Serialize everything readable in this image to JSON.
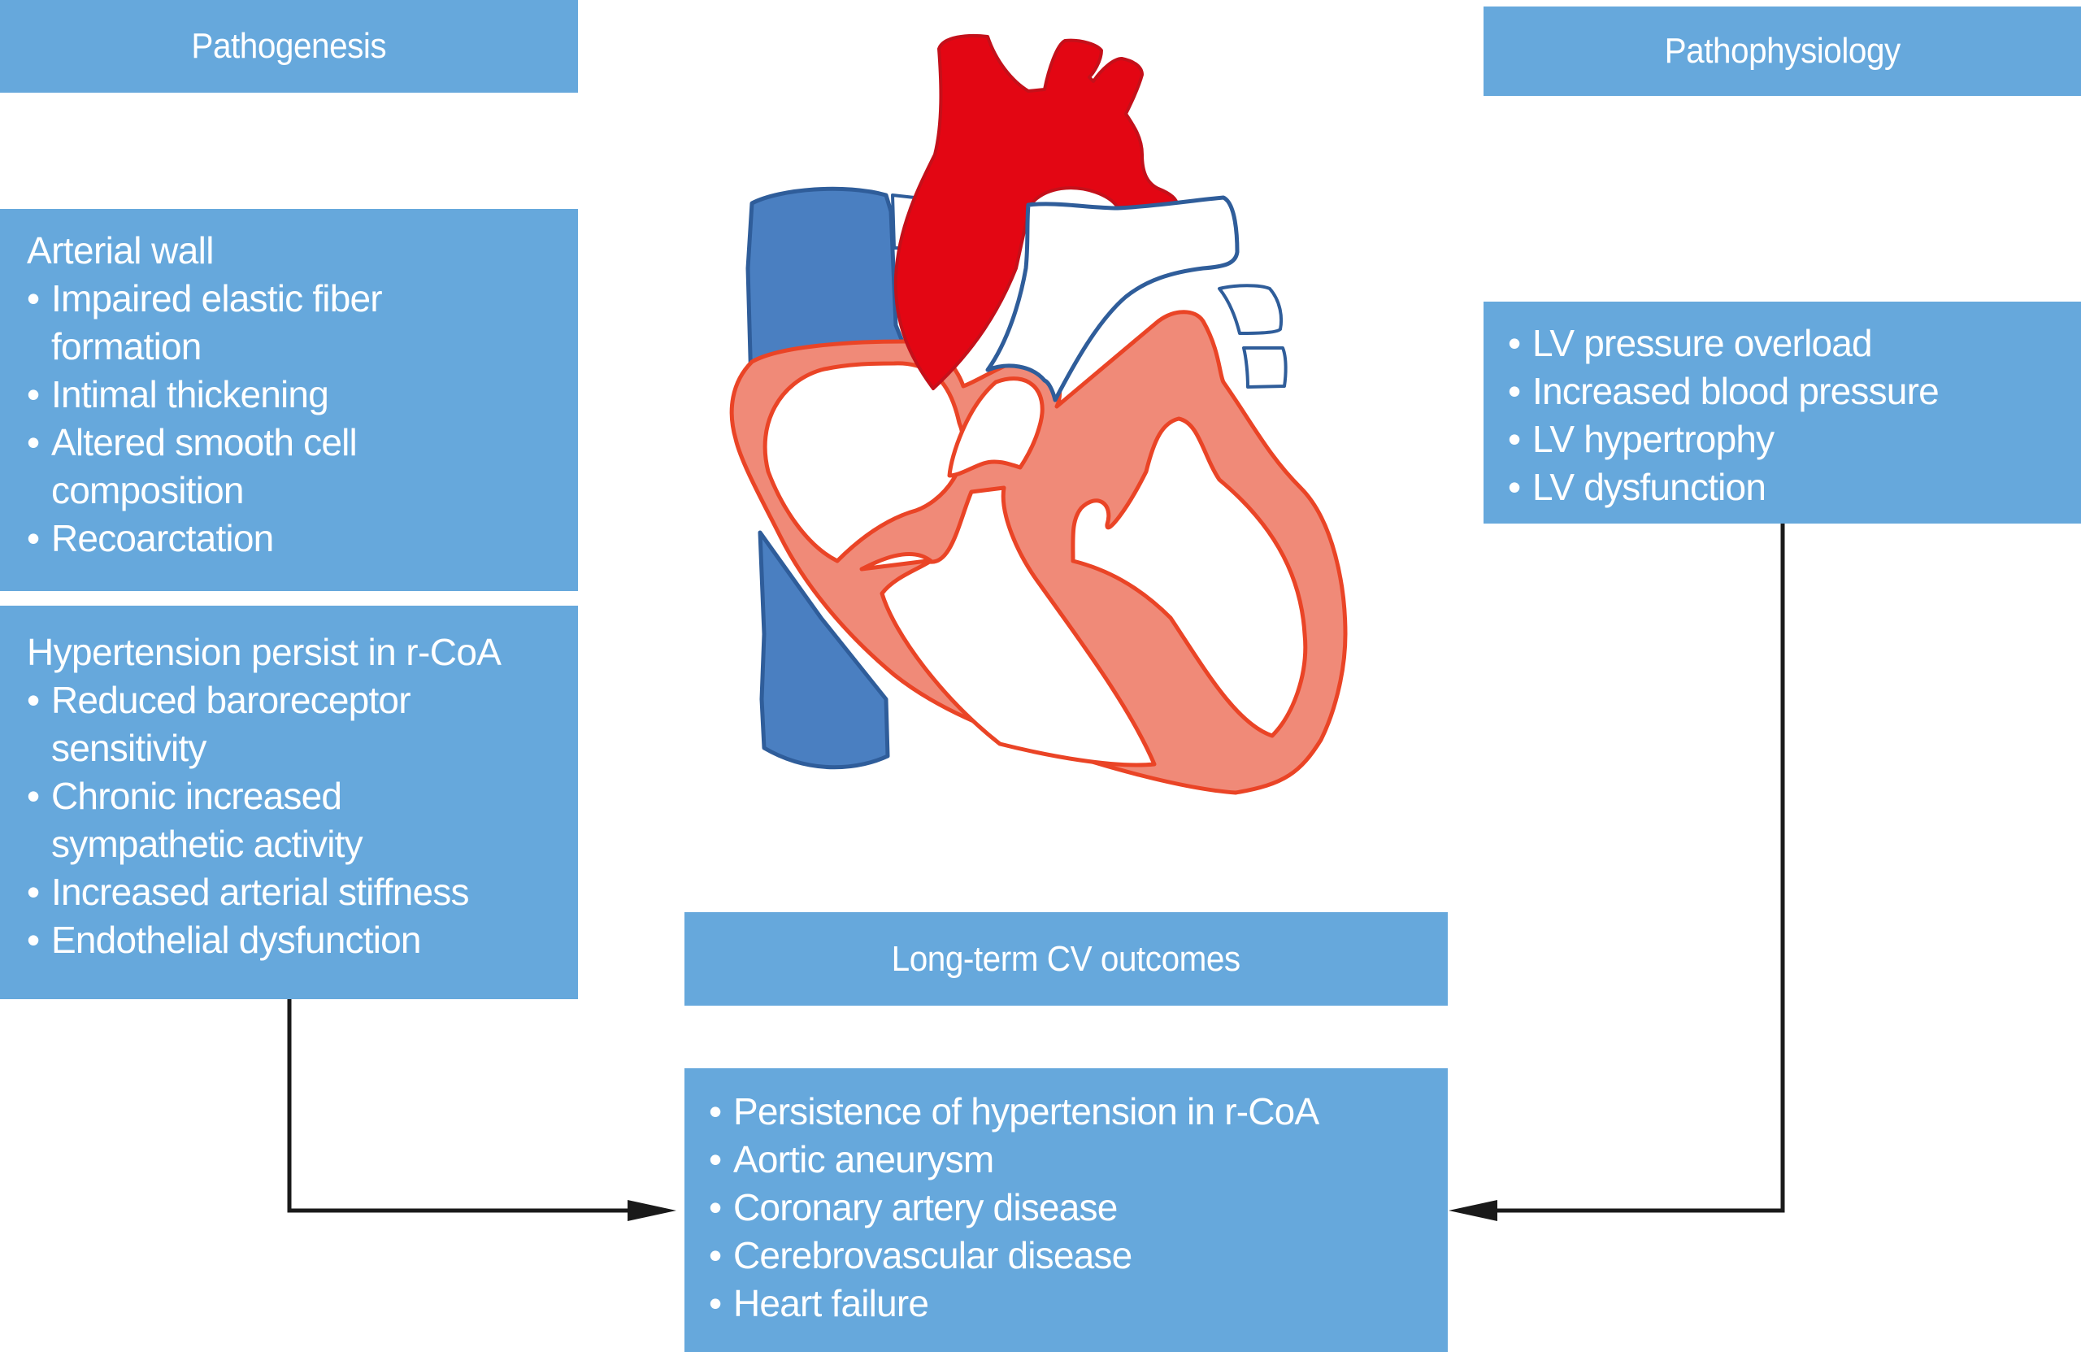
{
  "colors": {
    "box_fill": "#66a8dc",
    "box_text": "#ffffff",
    "aorta_red": "#e30613",
    "vein_blue": "#4a7fc1",
    "vein_outline": "#2f5d9a",
    "myocardium_fill": "#f08a78",
    "myocardium_outline": "#ea4426",
    "arrow": "#1a1a1a"
  },
  "pathogenesis": {
    "title": "Pathogenesis",
    "arterial_wall": {
      "heading": "Arterial wall",
      "items": [
        [
          "Impaired elastic fiber",
          "formation"
        ],
        [
          "Intimal thickening"
        ],
        [
          "Altered smooth cell",
          "composition"
        ],
        [
          "Recoarctation"
        ]
      ]
    },
    "hypertension": {
      "heading": "Hypertension persist in r-CoA",
      "items": [
        [
          "Reduced baroreceptor",
          "sensitivity"
        ],
        [
          "Chronic increased",
          "sympathetic activity"
        ],
        [
          "Increased arterial stiffness"
        ],
        [
          "Endothelial dysfunction"
        ]
      ]
    }
  },
  "pathophysiology": {
    "title": "Pathophysiology",
    "items": [
      [
        "LV pressure overload"
      ],
      [
        "Increased blood pressure"
      ],
      [
        "LV hypertrophy"
      ],
      [
        "LV dysfunction"
      ]
    ]
  },
  "outcomes": {
    "title": "Long-term CV outcomes",
    "items": [
      [
        "Persistence of hypertension in r-CoA"
      ],
      [
        "Aortic aneurysm"
      ],
      [
        "Coronary artery disease"
      ],
      [
        "Cerebrovascular disease"
      ],
      [
        "Heart failure"
      ]
    ]
  },
  "bullet_glyph": "•",
  "illustration": {
    "subject": "heart-cross-section",
    "arrows": [
      {
        "from": "pathogenesis-hypertension-box",
        "to": "outcomes-box"
      },
      {
        "from": "pathophysiology-box",
        "to": "outcomes-box"
      }
    ]
  }
}
